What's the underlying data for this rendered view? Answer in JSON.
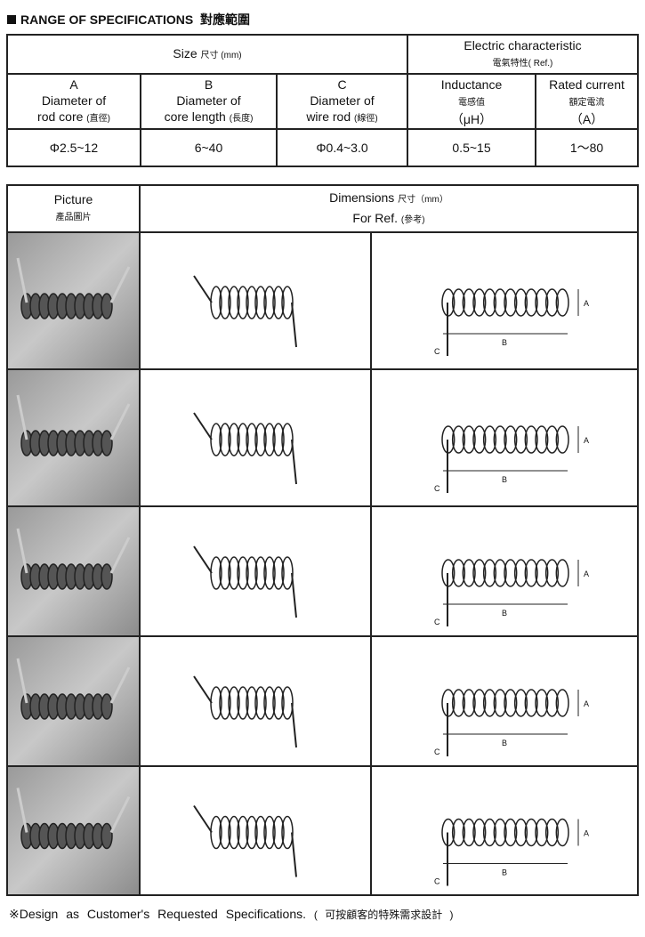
{
  "title": "RANGE OF SPECIFICATIONS",
  "title_zh": "對應範圍",
  "spec_table": {
    "size_header": "Size",
    "size_header_zh": "尺寸 (mm)",
    "electric_header": "Electric characteristic",
    "electric_header_zh": "電氣特性( Ref.)",
    "columns": [
      {
        "letter": "A",
        "line1": "Diameter of",
        "line2": "rod core",
        "zh": "(直徑)"
      },
      {
        "letter": "B",
        "line1": "Diameter of",
        "line2": "core length",
        "zh": "(長度)"
      },
      {
        "letter": "C",
        "line1": "Diameter of",
        "line2": "wire rod",
        "zh": "(線徑)"
      },
      {
        "letter": "Inductance",
        "line1": "電感值",
        "line2": "（μH）"
      },
      {
        "letter": "Rated current",
        "line1": "額定電流",
        "line2": "（A）"
      }
    ],
    "values": [
      "Φ2.5~12",
      "6~40",
      "Φ0.4~3.0",
      "0.5~15",
      "1～80"
    ]
  },
  "picture_table": {
    "picture_header": "Picture",
    "picture_header_zh": "產品圖片",
    "dimensions_header": "Dimensions",
    "dimensions_header_zh": "尺寸（mm）",
    "ref_label": "For Ref.",
    "ref_label_zh": "(參考)",
    "dim_labels": {
      "a": "A",
      "b": "B",
      "c": "C"
    }
  },
  "footer": "※Design as Customer's Requested Specifications.",
  "footer_zh": "( 可按顧客的特殊需求設計 )"
}
